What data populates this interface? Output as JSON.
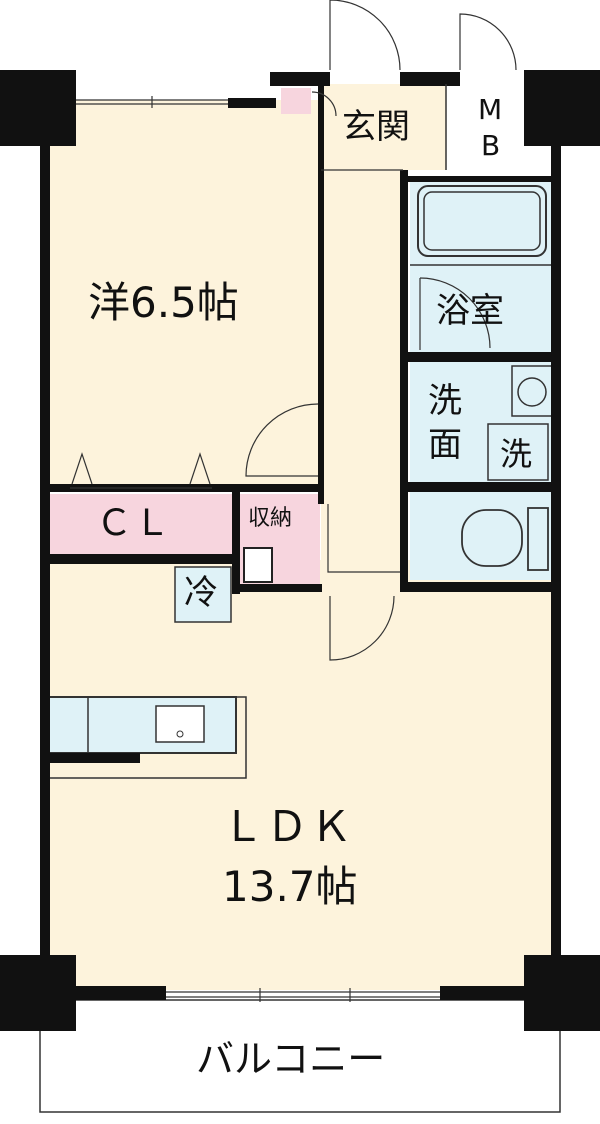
{
  "rooms": {
    "western": "洋6.5帖",
    "entrance": "玄関",
    "mb_top": "M",
    "mb_bottom": "B",
    "bath": "浴室",
    "wash1": "洗",
    "wash2": "面",
    "washer": "洗",
    "closet": "ＣＬ",
    "storage": "収納",
    "fridge": "冷",
    "ldk": "ＬＤＫ",
    "ldk_size": "13.7帖",
    "balcony": "バルコニー"
  },
  "colors": {
    "floor": "#fdf3dc",
    "wet": "#dff2f7",
    "pink": "#f7d5de",
    "wall": "#111111"
  }
}
